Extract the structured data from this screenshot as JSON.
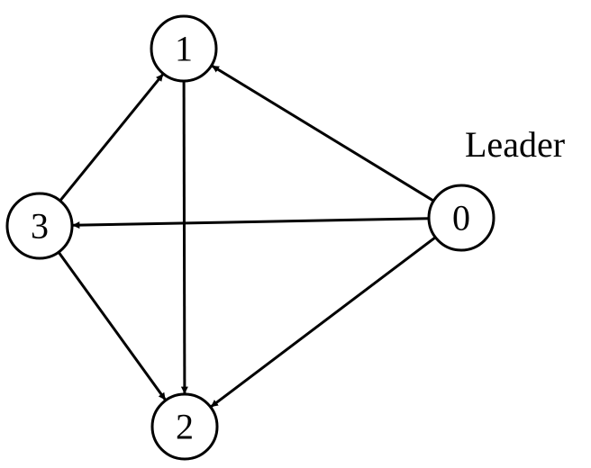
{
  "colors": {
    "stroke": "#000000",
    "background": "#ffffff"
  },
  "nodes": [
    {
      "id": "1",
      "label": "1"
    },
    {
      "id": "2",
      "label": "2"
    },
    {
      "id": "3",
      "label": "3"
    },
    {
      "id": "0",
      "label": "0"
    }
  ],
  "edges": [
    {
      "from": "0",
      "to": "1"
    },
    {
      "from": "0",
      "to": "3"
    },
    {
      "from": "0",
      "to": "2"
    },
    {
      "from": "3",
      "to": "1"
    },
    {
      "from": "3",
      "to": "2"
    },
    {
      "from": "1",
      "to": "2"
    }
  ],
  "annotation": {
    "leader_label": "Leader",
    "attached_to": "0"
  }
}
